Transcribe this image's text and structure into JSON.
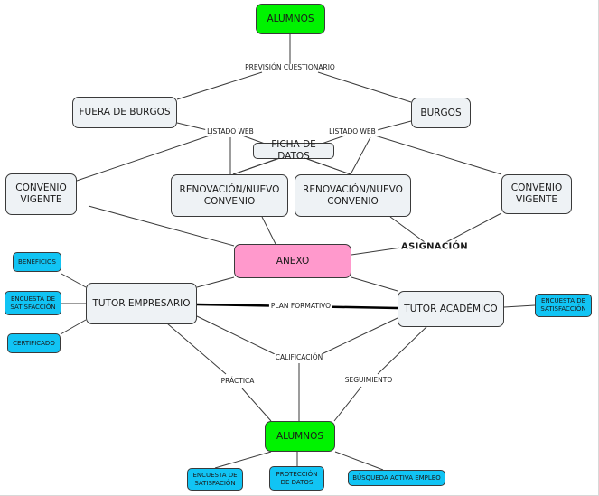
{
  "nodes": {
    "alumnos_top": "ALUMNOS",
    "fuera_de_burgos": "FUERA DE BURGOS",
    "burgos": "BURGOS",
    "ficha_de_datos": "FICHA DE DATOS",
    "convenio_vigente_left": "CONVENIO VIGENTE",
    "renovacion_left": "RENOVACIÓN/NUEVO CONVENIO",
    "renovacion_right": "RENOVACIÓN/NUEVO CONVENIO",
    "convenio_vigente_right": "CONVENIO VIGENTE",
    "anexo": "ANEXO",
    "tutor_empresario": "TUTOR EMPRESARIO",
    "tutor_academico": "TUTOR ACADÉMICO",
    "alumnos_bottom": "ALUMNOS"
  },
  "leaf_nodes": {
    "beneficios": "BENEFICIOS",
    "encuesta_left": "ENCUESTA DE SATISFACCIÓN",
    "certificado": "CERTIFICADO",
    "encuesta_right": "ENCUESTA DE SATISFACCIÓN",
    "encuesta_bottom": "ENCUESTA DE SATISFACIÓN",
    "proteccion_datos": "PROTECCIÓN DE DATOS",
    "busqueda_empleo": "BÚSQUEDA ACTIVA EMPLEO"
  },
  "links": {
    "prevision_cuestionario": "PREVISIÓN CUESTIONARIO",
    "listado_web_left": "LISTADO WEB",
    "listado_web_right": "LISTADO WEB",
    "asignacion": "ASIGNACIÓN",
    "plan_formativo": "PLAN FORMATIVO",
    "calificacion": "CALIFICACIÓN",
    "practica": "PRÁCTICA",
    "seguimiento": "SEGUIMIENTO"
  },
  "colors": {
    "node_fill": "#eef2f5",
    "green_fill": "#00f300",
    "pink_fill": "#ff99cc",
    "blue_fill": "#11c4f4",
    "line": "#3a3a3a"
  }
}
